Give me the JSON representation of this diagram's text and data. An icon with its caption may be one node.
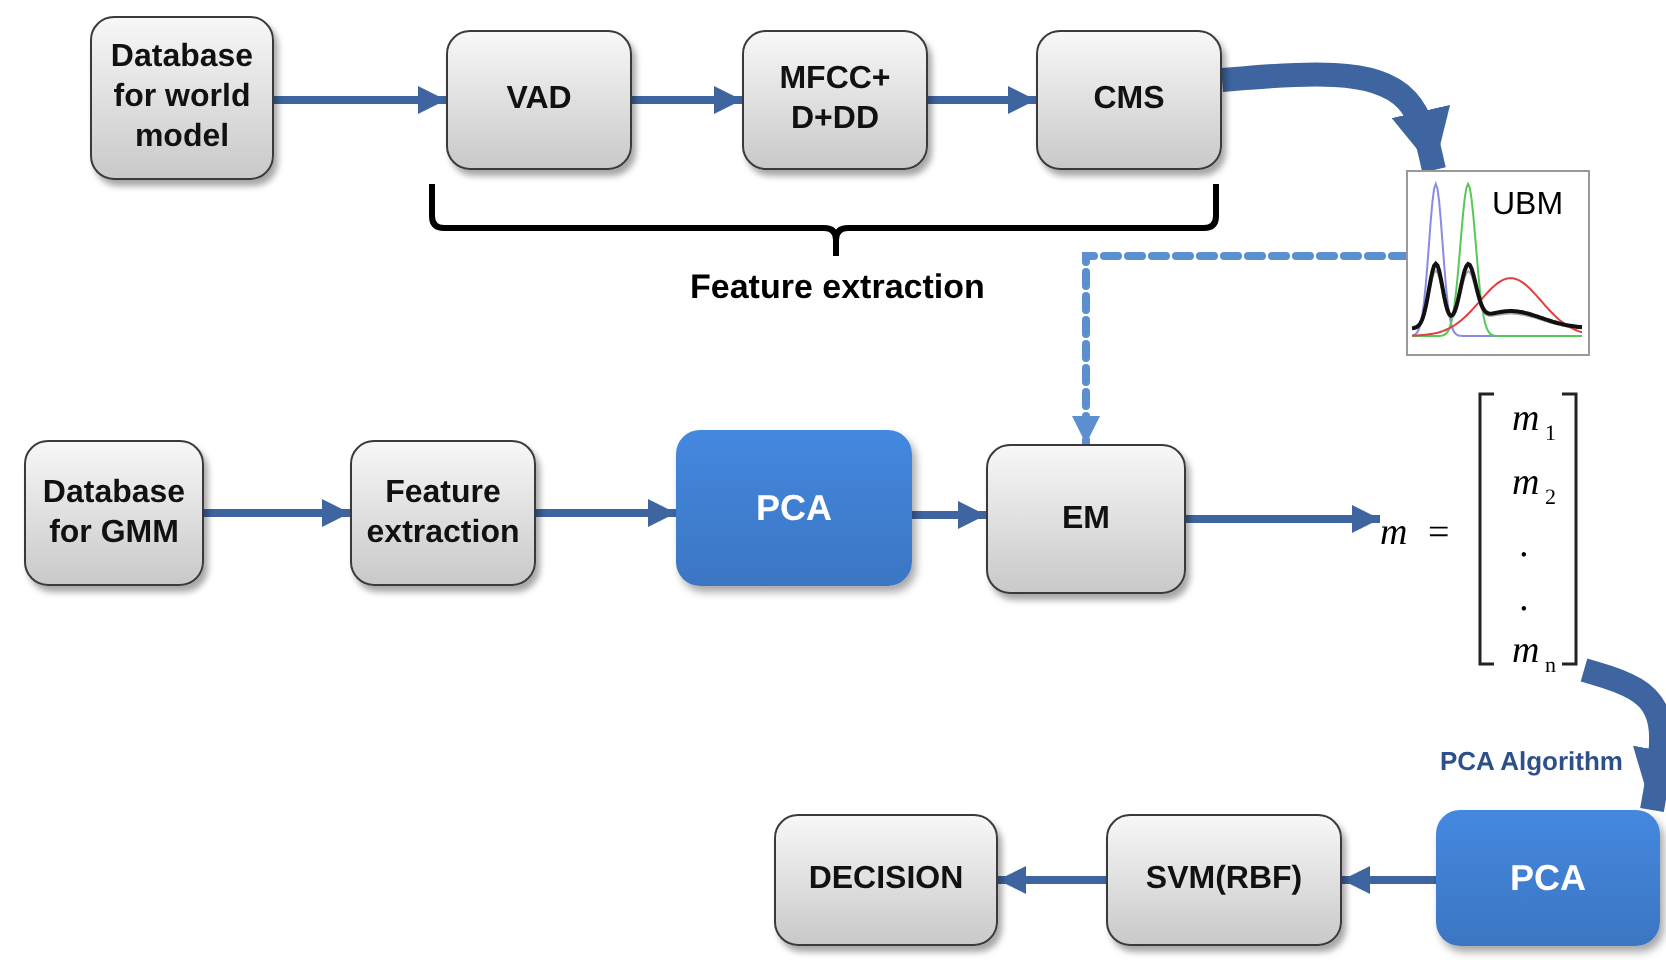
{
  "diagram": {
    "nodes": [
      {
        "text": [
          "Database for world model"
        ]
      },
      {
        "text": [
          "VAD"
        ]
      },
      {
        "text": [
          "MFCC+ D+DD"
        ]
      },
      {
        "text": [
          "CMS"
        ]
      },
      {
        "text": [
          "UBM"
        ]
      },
      {
        "text": [
          "Database for GMM"
        ]
      },
      {
        "text": [
          "Feature extraction"
        ]
      },
      {
        "text": [
          "PCA"
        ]
      },
      {
        "text": [
          "EM"
        ]
      },
      {
        "text": [
          "m",
          "=",
          "m$_{1}$",
          "m$_{2}$",
          ".",
          ".",
          "m$_{n}$"
        ]
      },
      {
        "text": [
          "PCA"
        ],
        "beside": [
          "PCA Algorithm"
        ]
      },
      {
        "text": [
          "SVM(RBF)"
        ]
      },
      {
        "text": [
          "DECISION"
        ]
      }
    ],
    "edges": [
      {
        "from": 0,
        "to": 1,
        "arrow": "to"
      },
      {
        "from": 1,
        "to": 2,
        "arrow": "to"
      },
      {
        "from": 2,
        "to": 3,
        "arrow": "to"
      },
      {
        "from": 3,
        "to": 4,
        "arrow": "to",
        "style": "thick"
      },
      {
        "from": 4,
        "to": 8,
        "arrow": "to",
        "style": "dashed",
        "color": "#5b8fd0"
      },
      {
        "from": 5,
        "to": 6,
        "arrow": "to"
      },
      {
        "from": 6,
        "to": 7,
        "arrow": "to"
      },
      {
        "from": 7,
        "to": 8,
        "arrow": "to"
      },
      {
        "from": 8,
        "to": 9,
        "arrow": "to"
      },
      {
        "from": 9,
        "to": 10,
        "arrow": "to",
        "style": "thick"
      },
      {
        "from": 10,
        "to": 11,
        "arrow": "to"
      },
      {
        "from": 11,
        "to": 12,
        "arrow": "to"
      }
    ],
    "labels": [
      "Feature extraction"
    ]
  }
}
